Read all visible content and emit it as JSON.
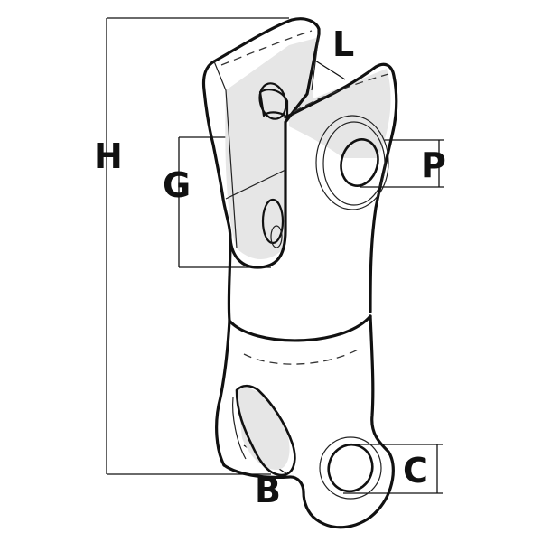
{
  "labels": {
    "H": "H",
    "L": "L",
    "G": "G",
    "P": "P",
    "C": "C",
    "B": "B"
  },
  "colors": {
    "line": "#111111",
    "shade": "#e6e6e6",
    "background": "#ffffff"
  }
}
